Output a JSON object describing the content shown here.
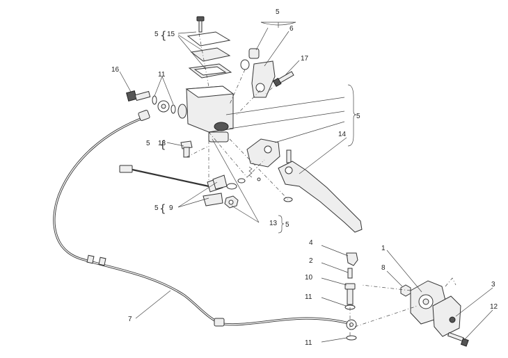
{
  "callouts": {
    "c1": "1",
    "c2": "2",
    "c3": "3",
    "c4": "4",
    "c5_top": "5",
    "c5_left_top": "5",
    "c5_right": "5",
    "c5_left_mid": "5",
    "c5_left_low": "5",
    "c5_low_right": "5",
    "c6": "6",
    "c7": "7",
    "c8": "8",
    "c9": "9",
    "c10": "10",
    "c11_top": "11",
    "c11_mid": "11",
    "c11_low": "11",
    "c12": "12",
    "c13_left": "13",
    "c13_low": "13",
    "c14": "14",
    "c15": "15",
    "c16": "16",
    "c17": "17"
  }
}
